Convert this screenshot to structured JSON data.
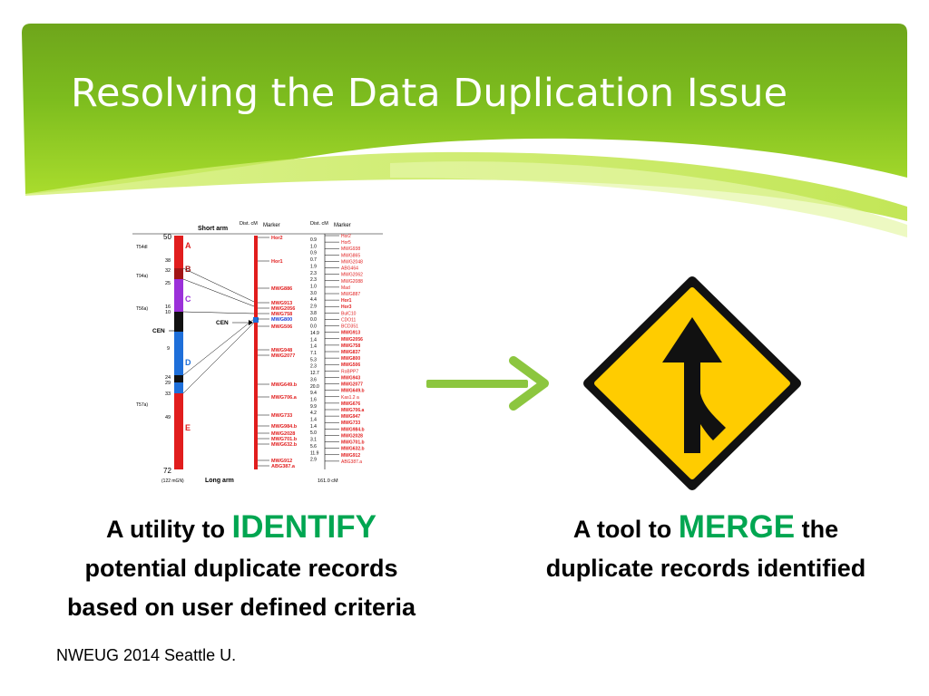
{
  "slide": {
    "title": "Resolving the Data Duplication Issue",
    "footer": "NWEUG 2014 Seattle U.",
    "theme_colors": {
      "banner_dark": "#5f9e14",
      "banner_light": "#c7ea4c",
      "keyword": "#00a651",
      "arrow": "#8cc63f",
      "sign": "#ffcc00"
    }
  },
  "figure": {
    "header_short_arm": "Short arm",
    "header_dist_cm": "Dist. cM",
    "header_marker": "Marker",
    "header_dist_cm_right": "Dist. cM",
    "header_marker_right": "Marker",
    "top_value": "50",
    "bottom_value": "72",
    "bottom_note": "(122 mGN)",
    "long_arm": "Long arm",
    "total_cm": "161.0 cM",
    "cen_label": "CEN",
    "cen_pointer": "CEN",
    "region_labels": [
      "A",
      "B",
      "C",
      "D",
      "E"
    ],
    "left_labels": [
      "T54dl",
      "T94a)",
      "T56a)",
      "T57a)"
    ],
    "scale_numbers": [
      "38",
      "32",
      "25",
      "16",
      "10",
      "9",
      "24",
      "29",
      "33",
      "49"
    ],
    "mid_markers": [
      "Hor2",
      "Hor1",
      "MWG886",
      "MWG913",
      "MWG2056",
      "MWG758",
      "MWG800",
      "MWG506",
      "MWG948",
      "MWG2077",
      "MWG649.b",
      "MWG706.a",
      "MWG733",
      "MWG984.b",
      "MWG2028",
      "MWG701.b",
      "MWG632.b",
      "MWG912",
      "ABG387.a"
    ],
    "right_markers": [
      "Hor2",
      "Hor5",
      "MWG938",
      "MWG865",
      "MWG2048",
      "ABG464",
      "MWG2062",
      "MWG2088",
      "Mad",
      "MWG887",
      "Hor1",
      "Hor3",
      "BulC10",
      "CDO11",
      "BCD351",
      "MWG913",
      "MWG2056",
      "MWG758",
      "MWG837",
      "MWG800",
      "MWG506",
      "RoBPP7",
      "MWG943",
      "MWG2077",
      "MWG649.b",
      "Kas1.2 a",
      "MWG676",
      "MWG706.a",
      "MWG947",
      "MWG733",
      "MWG984.b",
      "MWG2028",
      "MWG701.b",
      "MWG632.b",
      "MWG912",
      "ABG387.a"
    ],
    "right_distances": [
      "0.9",
      "1.0",
      "0.9",
      "0.7",
      "1.9",
      "2.3",
      "2.3",
      "1.0",
      "3.0",
      "4.4",
      "2.9",
      "3.8",
      "0.0",
      "0.0",
      "14.9",
      "1.4",
      "1.4",
      "7.1",
      "5.3",
      "2.3",
      "12.7",
      "3.6",
      "20.0",
      "9.4",
      "1.6",
      "9.9",
      "4.2",
      "1.4",
      "1.4",
      "5.0",
      "3.1",
      "5.6",
      "11.9",
      "2.9"
    ]
  },
  "left_caption": {
    "prefix": "A utility to ",
    "keyword": "IDENTIFY",
    "line2": "potential duplicate records",
    "line3": "based on user defined criteria"
  },
  "right_caption": {
    "prefix": "A tool to ",
    "keyword": "MERGE",
    "suffix": " the",
    "line2": "duplicate records identified"
  }
}
